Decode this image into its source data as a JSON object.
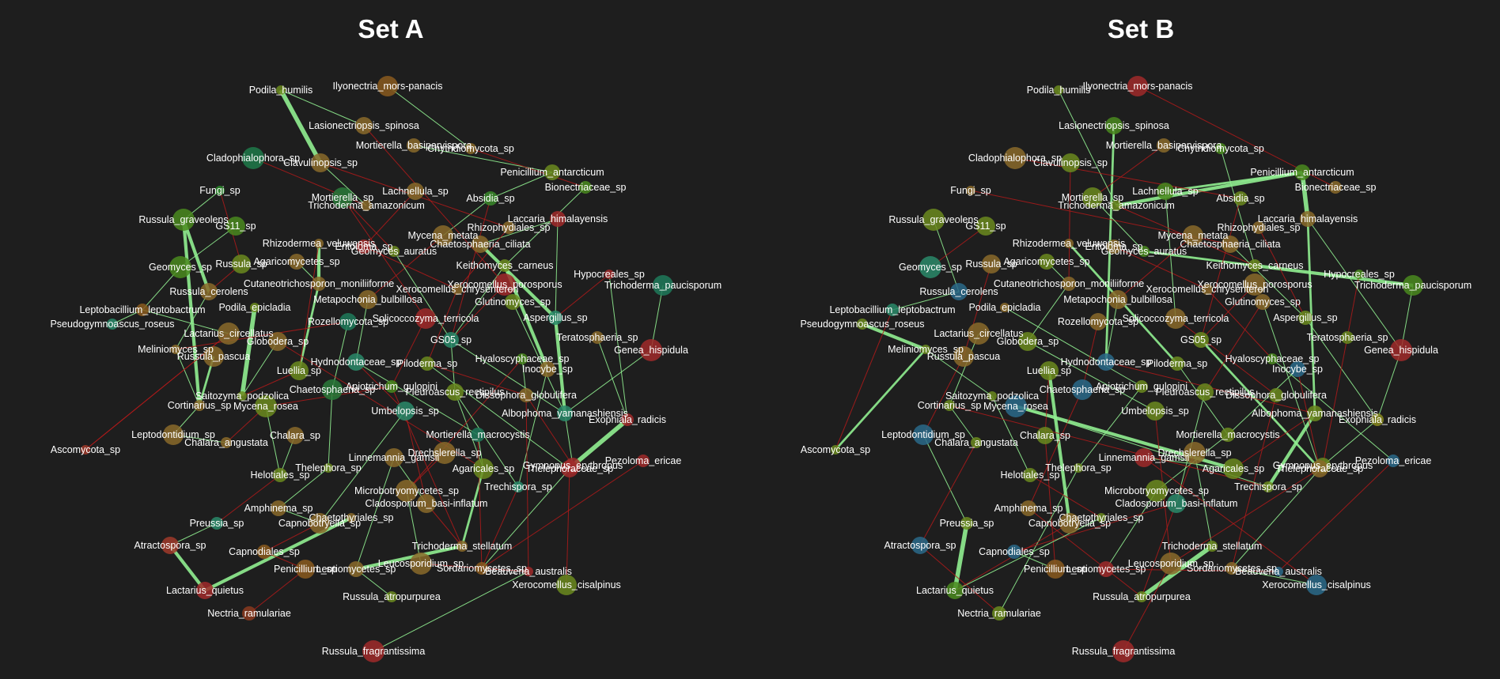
{
  "panels": [
    {
      "title": "Set A",
      "edge_style": {
        "positive": "#90ee90",
        "negative": "#b01a1a"
      },
      "nodes": [
        {
          "label": "Podila_humilis",
          "color": "#6b8a1f"
        },
        {
          "label": "Ilyonectria_mors-panacis",
          "color": "#8a5a1f"
        },
        {
          "label": "Lasionectriopsis_spinosa",
          "color": "#8a6a2a"
        },
        {
          "label": "Mortierella_basiparvispora",
          "color": "#8a6a2a"
        },
        {
          "label": "Chytridiomycota_sp",
          "color": "#8a6a2a"
        },
        {
          "label": "Cladophialophora_sp",
          "color": "#1f7a4a"
        },
        {
          "label": "Clavulinopsis_sp",
          "color": "#8a6a2a"
        },
        {
          "label": "Penicillium_antarcticum",
          "color": "#6b8a1f"
        },
        {
          "label": "Bionectriaceae_sp",
          "color": "#4a8a1f"
        },
        {
          "label": "Fungi_sp",
          "color": "#2a8a2a"
        },
        {
          "label": "Mortierella_sp",
          "color": "#2a7a3a"
        },
        {
          "label": "Lachnellula_sp",
          "color": "#8a6a2a"
        },
        {
          "label": "Absidia_sp",
          "color": "#3a8a2a"
        },
        {
          "label": "Trichoderma_amazonicum",
          "color": "#8a6a2a"
        },
        {
          "label": "Russula_graveolens",
          "color": "#4a8a1f"
        },
        {
          "label": "GS11_sp",
          "color": "#4a8a1f"
        },
        {
          "label": "Laccaria_himalayensis",
          "color": "#a02a2a"
        },
        {
          "label": "Rhizophydiales_sp",
          "color": "#8a6a2a"
        },
        {
          "label": "Rhizodermea_veluwensis",
          "color": "#8a6a2a"
        },
        {
          "label": "Mycena_metata",
          "color": "#8a6a2a"
        },
        {
          "label": "Chaetosphaeria_ciliata",
          "color": "#8a6a2a"
        },
        {
          "label": "Entoloma_sp",
          "color": "#a02a2a"
        },
        {
          "label": "Geomyces_auratus",
          "color": "#6b8a1f"
        },
        {
          "label": "Geomyces_sp",
          "color": "#4a8a1f"
        },
        {
          "label": "Russula_sp",
          "color": "#6b8a1f"
        },
        {
          "label": "Agaricomycetes_sp",
          "color": "#8a6a2a"
        },
        {
          "label": "Keithomyces_carneus",
          "color": "#6b8a1f"
        },
        {
          "label": "Hypocreales_sp",
          "color": "#a02a2a"
        },
        {
          "label": "Trichoderma_paucisporum",
          "color": "#1f7a5a"
        },
        {
          "label": "Russula_cerolens",
          "color": "#8a6a2a"
        },
        {
          "label": "Cutaneotrichosporon_moniliiforme",
          "color": "#8a6a2a"
        },
        {
          "label": "Xerocomellus_chrysenteron",
          "color": "#8a6a2a"
        },
        {
          "label": "Xerocomellus_porosporus",
          "color": "#a02a2a"
        },
        {
          "label": "Metapochonia_bulbillosa",
          "color": "#8a6a2a"
        },
        {
          "label": "Glutinomyces_sp",
          "color": "#6b8a1f"
        },
        {
          "label": "Leptobacillium_leptobactrum",
          "color": "#8a5a1f"
        },
        {
          "label": "Podila_epicladia",
          "color": "#6b8a1f"
        },
        {
          "label": "Solicoccozyma_terricola",
          "color": "#a02a2a"
        },
        {
          "label": "Rozellomycota_sp",
          "color": "#1f7a5a"
        },
        {
          "label": "Aspergillus_sp",
          "color": "#2a8a6a"
        },
        {
          "label": "Pseudogymnoascus_roseus",
          "color": "#2a8a6a"
        },
        {
          "label": "Lactarius_circellatus",
          "color": "#8a6a2a"
        },
        {
          "label": "Globodera_sp",
          "color": "#8a6a2a"
        },
        {
          "label": "GS05_sp",
          "color": "#2a8a6a"
        },
        {
          "label": "Teratosphaeria_sp",
          "color": "#8a6a2a"
        },
        {
          "label": "Meliniomyces_sp",
          "color": "#8a6a2a"
        },
        {
          "label": "Russula_pascua",
          "color": "#8a6a2a"
        },
        {
          "label": "Hydnodontaceae_sp",
          "color": "#2a8a6a"
        },
        {
          "label": "Piloderma_sp",
          "color": "#6b8a1f"
        },
        {
          "label": "Hyaloscyphaceae_sp",
          "color": "#4a8a1f"
        },
        {
          "label": "Genea_hispidula",
          "color": "#a02a2a"
        },
        {
          "label": "Luellia_sp",
          "color": "#6b8a1f"
        },
        {
          "label": "Inocybe_sp",
          "color": "#8a6a2a"
        },
        {
          "label": "Apiotrichum_gulopini",
          "color": "#4a8a1f"
        },
        {
          "label": "Saitozyma_podzolica",
          "color": "#6b8a1f"
        },
        {
          "label": "Chaetosphaeria_sp",
          "color": "#2a7a3a"
        },
        {
          "label": "Pleuroascus_rectipilus",
          "color": "#6b8a1f"
        },
        {
          "label": "Dissophora_globulifera",
          "color": "#8a6a2a"
        },
        {
          "label": "Cortinarius_sp",
          "color": "#8a6a2a"
        },
        {
          "label": "Mycena_rosea",
          "color": "#6b8a1f"
        },
        {
          "label": "Umbelopsis_sp",
          "color": "#2a8a6a"
        },
        {
          "label": "Albophoma_yamanashiensis",
          "color": "#2a8a6a"
        },
        {
          "label": "Exophiala_radicis",
          "color": "#a02a2a"
        },
        {
          "label": "Ascomycota_sp",
          "color": "#a03a2a"
        },
        {
          "label": "Leptodontidium_sp",
          "color": "#8a6a2a"
        },
        {
          "label": "Chalara_sp",
          "color": "#8a6a2a"
        },
        {
          "label": "Mortierella_macrocystis",
          "color": "#1f7a5a"
        },
        {
          "label": "Chalara_angustata",
          "color": "#8a6a2a"
        },
        {
          "label": "Drechslerella_sp",
          "color": "#8a6a2a"
        },
        {
          "label": "Linnemannia_gamsii",
          "color": "#8a6a2a"
        },
        {
          "label": "Gymnopus_erythropus",
          "color": "#a02a2a"
        },
        {
          "label": "Pezoloma_ericae",
          "color": "#a02a2a"
        },
        {
          "label": "Thelephora_sp",
          "color": "#6b8a1f"
        },
        {
          "label": "Agaricales_sp",
          "color": "#6b8a1f"
        },
        {
          "label": "Thelephoraceae_sp",
          "color": "#a02a2a"
        },
        {
          "label": "Helotiales_sp",
          "color": "#6b8a1f"
        },
        {
          "label": "Trechispora_sp",
          "color": "#2a8a6a"
        },
        {
          "label": "Microbotryomycetes_sp",
          "color": "#8a6a2a"
        },
        {
          "label": "Cladosporium_basi-inflatum",
          "color": "#8a6a2a"
        },
        {
          "label": "Amphinema_sp",
          "color": "#8a6a2a"
        },
        {
          "label": "Preussia_sp",
          "color": "#2a8a6a"
        },
        {
          "label": "Chaetothyriales_sp",
          "color": "#8a6a2a"
        },
        {
          "label": "Capnobotryella_sp",
          "color": "#8a6a2a"
        },
        {
          "label": "Atractospora_sp",
          "color": "#a03a2a"
        },
        {
          "label": "Capnodiales_sp",
          "color": "#8a5a1f"
        },
        {
          "label": "Trichoderma_stellatum",
          "color": "#8a6a2a"
        },
        {
          "label": "Leucosporidium_sp",
          "color": "#8a6a2a"
        },
        {
          "label": "Penicillium_sp",
          "color": "#8a5a1f"
        },
        {
          "label": "Leotiomycetes_sp",
          "color": "#8a6a2a"
        },
        {
          "label": "Sordariomycetes_sp",
          "color": "#8a5a1f"
        },
        {
          "label": "Beauveria_australis",
          "color": "#a02a2a"
        },
        {
          "label": "Xerocomellus_cisalpinus",
          "color": "#6b8a1f"
        },
        {
          "label": "Lactarius_quietus",
          "color": "#a02a2a"
        },
        {
          "label": "Nectria_ramulariae",
          "color": "#8a3a1f"
        },
        {
          "label": "Russula_atropurpurea",
          "color": "#6b8a1f"
        },
        {
          "label": "Russula_fragrantissima",
          "color": "#a02a2a"
        }
      ]
    },
    {
      "title": "Set B",
      "edge_style": {
        "positive": "#90ee90",
        "negative": "#b01a1a"
      },
      "nodes": [
        {
          "label": "Podila_humilis",
          "color": "#6b8a1f"
        },
        {
          "label": "Ilyonectria_mors-panacis",
          "color": "#a02a2a"
        },
        {
          "label": "Lasionectriopsis_spinosa",
          "color": "#4a8a1f"
        },
        {
          "label": "Mortierella_basiparvispora",
          "color": "#8a6a2a"
        },
        {
          "label": "Chytridiomycota_sp",
          "color": "#4a8a1f"
        },
        {
          "label": "Cladophialophora_sp",
          "color": "#8a6a2a"
        },
        {
          "label": "Clavulinopsis_sp",
          "color": "#6b8a1f"
        },
        {
          "label": "Penicillium_antarcticum",
          "color": "#4a8a1f"
        },
        {
          "label": "Bionectriaceae_sp",
          "color": "#8a6a2a"
        },
        {
          "label": "Fungi_sp",
          "color": "#8a6a2a"
        },
        {
          "label": "Mortierella_sp",
          "color": "#6b8a1f"
        },
        {
          "label": "Lachnellula_sp",
          "color": "#4a8a1f"
        },
        {
          "label": "Absidia_sp",
          "color": "#6b8a1f"
        },
        {
          "label": "Trichoderma_amazonicum",
          "color": "#6b8a1f"
        },
        {
          "label": "Russula_graveolens",
          "color": "#6b8a1f"
        },
        {
          "label": "GS11_sp",
          "color": "#6b8a1f"
        },
        {
          "label": "Laccaria_himalayensis",
          "color": "#8a6a2a"
        },
        {
          "label": "Rhizophydiales_sp",
          "color": "#8a6a2a"
        },
        {
          "label": "Rhizodermea_veluwensis",
          "color": "#8a6a2a"
        },
        {
          "label": "Mycena_metata",
          "color": "#8a6a2a"
        },
        {
          "label": "Chaetosphaeria_ciliata",
          "color": "#8a6a2a"
        },
        {
          "label": "Entoloma_sp",
          "color": "#8a6a2a"
        },
        {
          "label": "Geomyces_auratus",
          "color": "#4a8a1f"
        },
        {
          "label": "Geomyces_sp",
          "color": "#2a8a6a"
        },
        {
          "label": "Russula_sp",
          "color": "#8a6a2a"
        },
        {
          "label": "Agaricomycetes_sp",
          "color": "#6b8a1f"
        },
        {
          "label": "Keithomyces_carneus",
          "color": "#6b8a1f"
        },
        {
          "label": "Hypocreales_sp",
          "color": "#4a8a1f"
        },
        {
          "label": "Trichoderma_paucisporum",
          "color": "#4a8a1f"
        },
        {
          "label": "Russula_cerolens",
          "color": "#2a6a8a"
        },
        {
          "label": "Cutaneotrichosporon_moniliiforme",
          "color": "#8a6a2a"
        },
        {
          "label": "Xerocomellus_chrysenteron",
          "color": "#8a6a2a"
        },
        {
          "label": "Xerocomellus_porosporus",
          "color": "#8a6a2a"
        },
        {
          "label": "Metapochonia_bulbillosa",
          "color": "#8a6a2a"
        },
        {
          "label": "Glutinomyces_sp",
          "color": "#8a6a2a"
        },
        {
          "label": "Leptobacillium_leptobactrum",
          "color": "#2a8a6a"
        },
        {
          "label": "Podila_epicladia",
          "color": "#8a6a2a"
        },
        {
          "label": "Solicoccozyma_terricola",
          "color": "#8a6a2a"
        },
        {
          "label": "Rozellomycota_sp",
          "color": "#8a6a2a"
        },
        {
          "label": "Aspergillus_sp",
          "color": "#6b8a1f"
        },
        {
          "label": "Pseudogymnoascus_roseus",
          "color": "#6b8a1f"
        },
        {
          "label": "Lactarius_circellatus",
          "color": "#8a6a2a"
        },
        {
          "label": "Globodera_sp",
          "color": "#6b8a1f"
        },
        {
          "label": "GS05_sp",
          "color": "#6b8a1f"
        },
        {
          "label": "Teratosphaeria_sp",
          "color": "#6b8a1f"
        },
        {
          "label": "Meliniomyces_sp",
          "color": "#6b8a1f"
        },
        {
          "label": "Russula_pascua",
          "color": "#8a6a2a"
        },
        {
          "label": "Hydnodontaceae_sp",
          "color": "#2a6a8a"
        },
        {
          "label": "Piloderma_sp",
          "color": "#6b8a1f"
        },
        {
          "label": "Hyaloscyphaceae_sp",
          "color": "#4a8a1f"
        },
        {
          "label": "Genea_hispidula",
          "color": "#a02a2a"
        },
        {
          "label": "Luellia_sp",
          "color": "#6b8a1f"
        },
        {
          "label": "Inocybe_sp",
          "color": "#2a6a8a"
        },
        {
          "label": "Apiotrichum_gulopini",
          "color": "#6b8a1f"
        },
        {
          "label": "Saitozyma_podzolica",
          "color": "#6b8a1f"
        },
        {
          "label": "Chaetosphaeria_sp",
          "color": "#2a6a8a"
        },
        {
          "label": "Pleuroascus_rectipilus",
          "color": "#6b8a1f"
        },
        {
          "label": "Dissophora_globulifera",
          "color": "#6b8a1f"
        },
        {
          "label": "Cortinarius_sp",
          "color": "#6b8a1f"
        },
        {
          "label": "Mycena_rosea",
          "color": "#2a6a8a"
        },
        {
          "label": "Umbelopsis_sp",
          "color": "#6b8a1f"
        },
        {
          "label": "Albophoma_yamanashiensis",
          "color": "#6b8a1f"
        },
        {
          "label": "Exophiala_radicis",
          "color": "#8a8a1f"
        },
        {
          "label": "Ascomycota_sp",
          "color": "#6b8a1f"
        },
        {
          "label": "Leptodontidium_sp",
          "color": "#2a6a8a"
        },
        {
          "label": "Chalara_sp",
          "color": "#6b8a1f"
        },
        {
          "label": "Mortierella_macrocystis",
          "color": "#6b8a1f"
        },
        {
          "label": "Chalara_angustata",
          "color": "#6b8a1f"
        },
        {
          "label": "Drechslerella_sp",
          "color": "#8a6a2a"
        },
        {
          "label": "Linnemannia_gamsii",
          "color": "#a02a2a"
        },
        {
          "label": "Gymnopus_erythropus",
          "color": "#6b8a1f"
        },
        {
          "label": "Pezoloma_ericae",
          "color": "#2a6a8a"
        },
        {
          "label": "Thelephora_sp",
          "color": "#6b8a1f"
        },
        {
          "label": "Agaricales_sp",
          "color": "#6b8a1f"
        },
        {
          "label": "Thelephoraceae_sp",
          "color": "#8a6a2a"
        },
        {
          "label": "Helotiales_sp",
          "color": "#6b8a1f"
        },
        {
          "label": "Trechispora_sp",
          "color": "#6b8a1f"
        },
        {
          "label": "Microbotryomycetes_sp",
          "color": "#6b8a1f"
        },
        {
          "label": "Cladosporium_basi-inflatum",
          "color": "#2a8a6a"
        },
        {
          "label": "Amphinema_sp",
          "color": "#8a6a2a"
        },
        {
          "label": "Preussia_sp",
          "color": "#6b8a1f"
        },
        {
          "label": "Chaetothyriales_sp",
          "color": "#6b8a1f"
        },
        {
          "label": "Capnobotryella_sp",
          "color": "#8a6a2a"
        },
        {
          "label": "Atractospora_sp",
          "color": "#2a6a8a"
        },
        {
          "label": "Capnodiales_sp",
          "color": "#2a6a8a"
        },
        {
          "label": "Trichoderma_stellatum",
          "color": "#6b8a1f"
        },
        {
          "label": "Leucosporidium_sp",
          "color": "#8a6a2a"
        },
        {
          "label": "Penicillium_sp",
          "color": "#8a5a1f"
        },
        {
          "label": "Leotiomycetes_sp",
          "color": "#a02a2a"
        },
        {
          "label": "Sordariomycetes_sp",
          "color": "#8a6a2a"
        },
        {
          "label": "Beauveria_australis",
          "color": "#2a6a8a"
        },
        {
          "label": "Xerocomellus_cisalpinus",
          "color": "#2a6a8a"
        },
        {
          "label": "Lactarius_quietus",
          "color": "#4a8a1f"
        },
        {
          "label": "Nectria_ramulariae",
          "color": "#6b8a1f"
        },
        {
          "label": "Russula_atropurpurea",
          "color": "#6b8a1f"
        },
        {
          "label": "Russula_fragrantissima",
          "color": "#a02a2a"
        }
      ]
    }
  ]
}
